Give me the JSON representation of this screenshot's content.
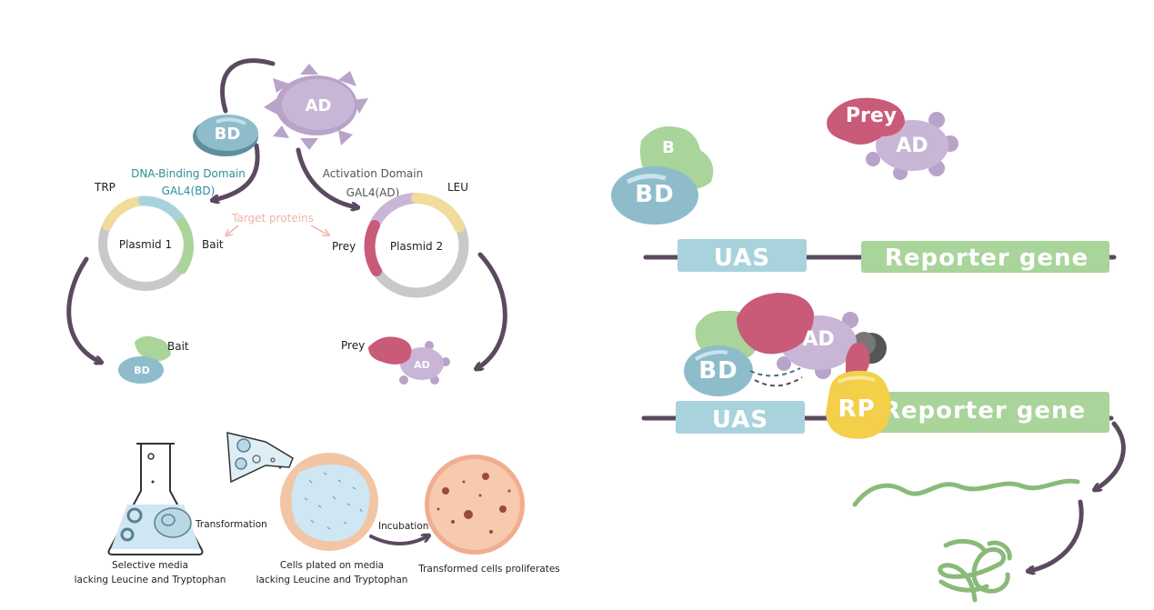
{
  "left": {
    "ad_label": "AD",
    "bd_label": "BD",
    "dna_binding_domain": "DNA-Binding Domain",
    "gal4_bd": "GAL4(BD)",
    "activation_domain": "Activation Domain",
    "gal4_ad": "GAL4(AD)",
    "trp": "TRP",
    "leu": "LEU",
    "target_proteins": "Target proteins",
    "plasmid1": "Plasmid 1",
    "plasmid2": "Plasmid 2",
    "bait": "Bait",
    "prey": "Prey",
    "bait_small": "Bait",
    "bd_small": "BD",
    "prey_small": "Prey",
    "ad_small": "AD",
    "transformation": "Transformation",
    "incubation": "Incubation",
    "selective_media_1": "Selective media",
    "selective_media_2": "lacking Leucine and Tryptophan",
    "cells_plated_1": "Cells plated on media",
    "cells_plated_2": "lacking Leucine and Tryptophan",
    "transformed": "Transformed cells proliferates"
  },
  "right": {
    "b_label": "B",
    "bd_label": "BD",
    "prey_label": "Prey",
    "ad_label": "AD",
    "uas_top": "UAS",
    "reporter_top": "Reporter gene",
    "ad_bottom": "AD",
    "bd_bottom": "BD",
    "rp_label": "RP",
    "uas_bottom": "UAS",
    "reporter_bottom": "Reporter gene"
  },
  "colors": {
    "bd_blue": "#8fbccb",
    "bait_green": "#a9d49a",
    "prey_pink": "#c95a78",
    "ad_lilac": "#c7b3d3",
    "uas_blue": "#a9d3dc",
    "reporter_green": "#a9d49a",
    "rp_yellow": "#f3cf4a",
    "arrow": "#5b4a5f"
  }
}
